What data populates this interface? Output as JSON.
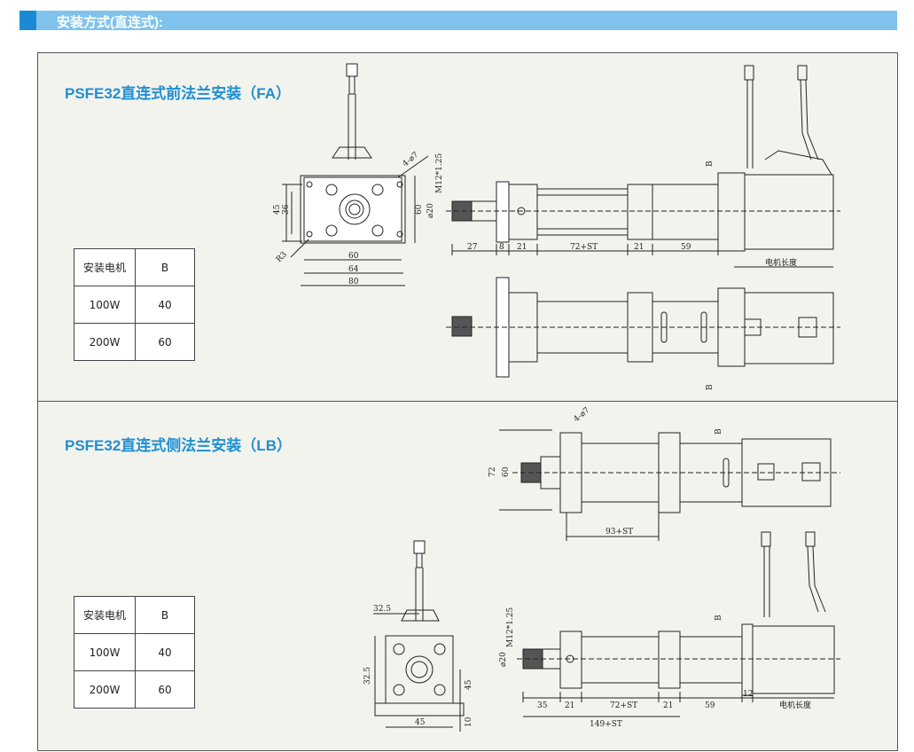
{
  "header": {
    "title": "安装方式(直连式):"
  },
  "sections": [
    {
      "title": "PSFE32直连式前法兰安装（FA）",
      "table": {
        "header": [
          "安装电机",
          "B"
        ],
        "rows": [
          [
            "100W",
            "40"
          ],
          [
            "200W",
            "60"
          ]
        ]
      }
    },
    {
      "title": "PSFE32直连式侧法兰安装（LB）",
      "table": {
        "header": [
          "安装电机",
          "B"
        ],
        "rows": [
          [
            "100W",
            "40"
          ],
          [
            "200W",
            "60"
          ]
        ]
      }
    }
  ],
  "dims": {
    "fa_flange": [
      "4-⌀7",
      "45",
      "36",
      "60",
      "60",
      "64",
      "80",
      "R3"
    ],
    "fa_side": [
      "M12*1.25",
      "⌀20",
      "B",
      "27",
      "8",
      "21",
      "72+ST",
      "21",
      "59",
      "电机长度"
    ],
    "fa_top": [
      "B"
    ],
    "lb_top": [
      "4-⌀7",
      "72",
      "60",
      "B",
      "93+ST"
    ],
    "lb_end": [
      "32.5",
      "32.5",
      "45",
      "45",
      "10"
    ],
    "lb_side": [
      "M12*1.25",
      "⌀20",
      "B",
      "35",
      "21",
      "72+ST",
      "21",
      "59",
      "12",
      "电机长度",
      "149+ST"
    ]
  }
}
